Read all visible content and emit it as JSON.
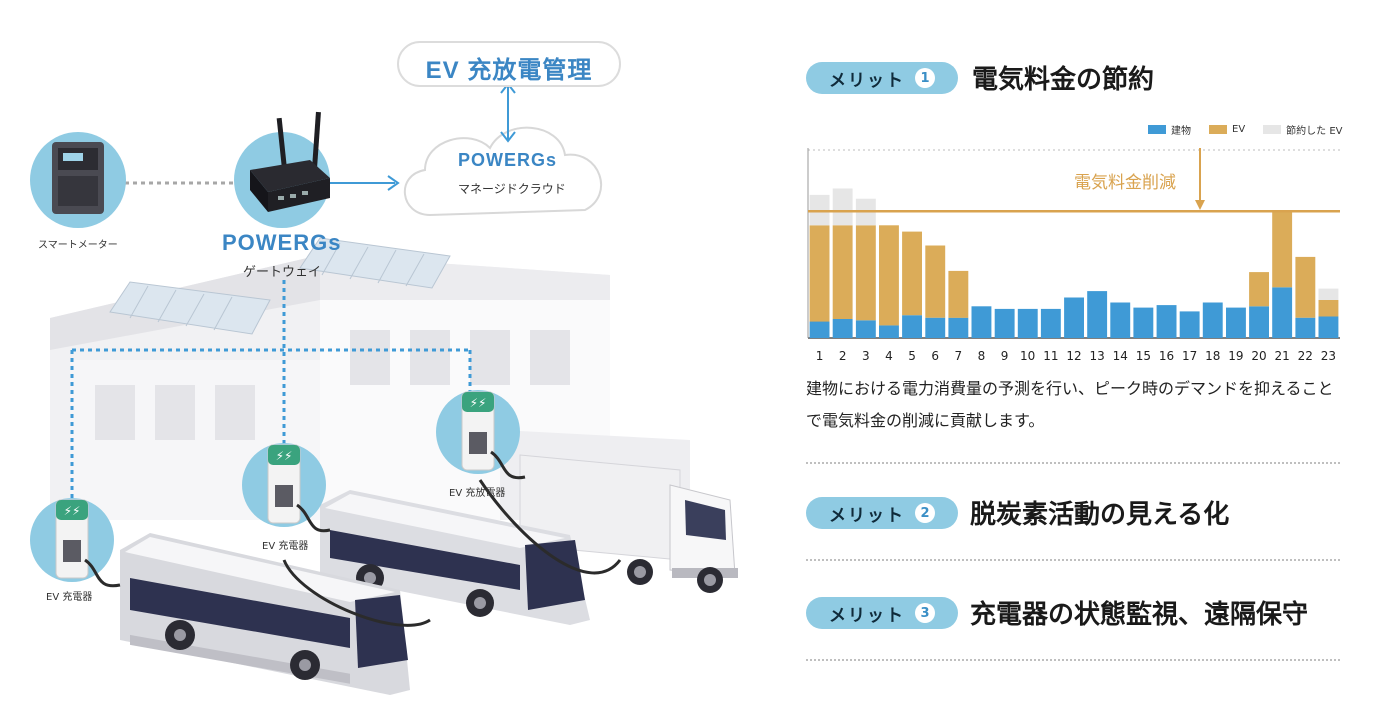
{
  "diagram": {
    "title": "EV 充放電管理",
    "brand": "POWERGs",
    "cloud_label": "マネージドクラウド",
    "gateway_label": "ゲートウェイ",
    "meter_label": "スマートメーター",
    "chargers": [
      {
        "label": "EV 充電器"
      },
      {
        "label": "EV 充電器"
      },
      {
        "label": "EV 充放電器"
      }
    ]
  },
  "merits": [
    {
      "tag": "メリット",
      "num": "1",
      "title": "電気料金の節約"
    },
    {
      "tag": "メリット",
      "num": "2",
      "title": "脱炭素活動の見える化"
    },
    {
      "tag": "メリット",
      "num": "3",
      "title": "充電器の状態監視、遠隔保守"
    }
  ],
  "description": "建物における電力消費量の予測を行い、ピーク時のデマンドを抑えることで電気料金の削減に貢献します。",
  "colors": {
    "building": "#3f9ad6",
    "ev": "#dbac59",
    "saved": "#e6e6e6",
    "accent": "#3b86c4"
  },
  "chart_data": {
    "type": "bar",
    "stacked": true,
    "categories": [
      "1",
      "2",
      "3",
      "4",
      "5",
      "6",
      "7",
      "8",
      "9",
      "10",
      "11",
      "12",
      "13",
      "14",
      "15",
      "16",
      "17",
      "18",
      "19",
      "20",
      "21",
      "22",
      "23"
    ],
    "series": [
      {
        "name": "建物",
        "values": [
          13,
          15,
          14,
          10,
          18,
          16,
          16,
          25,
          23,
          23,
          23,
          32,
          37,
          28,
          24,
          26,
          21,
          28,
          24,
          25,
          40,
          16,
          17
        ]
      },
      {
        "name": "EV",
        "values": [
          76,
          74,
          75,
          79,
          66,
          57,
          37,
          0,
          0,
          0,
          0,
          0,
          0,
          0,
          0,
          0,
          0,
          0,
          0,
          27,
          60,
          48,
          13
        ]
      },
      {
        "name": "節約した EV",
        "values": [
          24,
          29,
          21,
          0,
          0,
          0,
          0,
          0,
          0,
          0,
          0,
          0,
          0,
          0,
          0,
          0,
          0,
          0,
          0,
          0,
          0,
          0,
          9
        ]
      }
    ],
    "cap_value": 100,
    "annotation": "電気料金削減",
    "ylim": [
      0,
      150
    ],
    "legend_position": "top-right",
    "grid": false
  }
}
